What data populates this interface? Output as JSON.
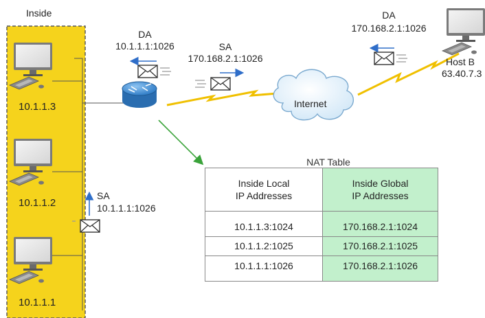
{
  "inside_label": "Inside",
  "hosts": [
    {
      "ip": "10.1.1.3"
    },
    {
      "ip": "10.1.1.2"
    },
    {
      "ip": "10.1.1.1"
    }
  ],
  "router_packet_left": {
    "tag": "DA",
    "address": "10.1.1.1:1026"
  },
  "router_packet_right": {
    "tag": "SA",
    "address": "170.168.2.1:1026"
  },
  "inside_packet": {
    "tag": "SA",
    "address": "10.1.1.1:1026"
  },
  "host_b_packet": {
    "tag": "DA",
    "address": "170.168.2.1:1026"
  },
  "cloud_label": "Internet",
  "host_b": {
    "name": "Host B",
    "ip": "63.40.7.3"
  },
  "nat_table": {
    "title": "NAT Table",
    "headers": {
      "local": [
        "Inside Local",
        "IP Addresses"
      ],
      "global": [
        "Inside Global",
        "IP Addresses"
      ]
    },
    "rows": [
      {
        "local": "10.1.1.3:1024",
        "global": "170.168.2.1:1024"
      },
      {
        "local": "10.1.1.2:1025",
        "global": "170.168.2.1:1025"
      },
      {
        "local": "10.1.1.1:1026",
        "global": "170.168.2.1:1026"
      }
    ]
  },
  "colors": {
    "inside_zone": "#f5d31c",
    "zone_border": "#5a5a5a",
    "router": "#3d8fd6",
    "lightning": "#f0c000",
    "arrow_blue": "#2f6ec9",
    "arrow_green": "#3aa33a",
    "table_green": "#c2f0cc"
  }
}
